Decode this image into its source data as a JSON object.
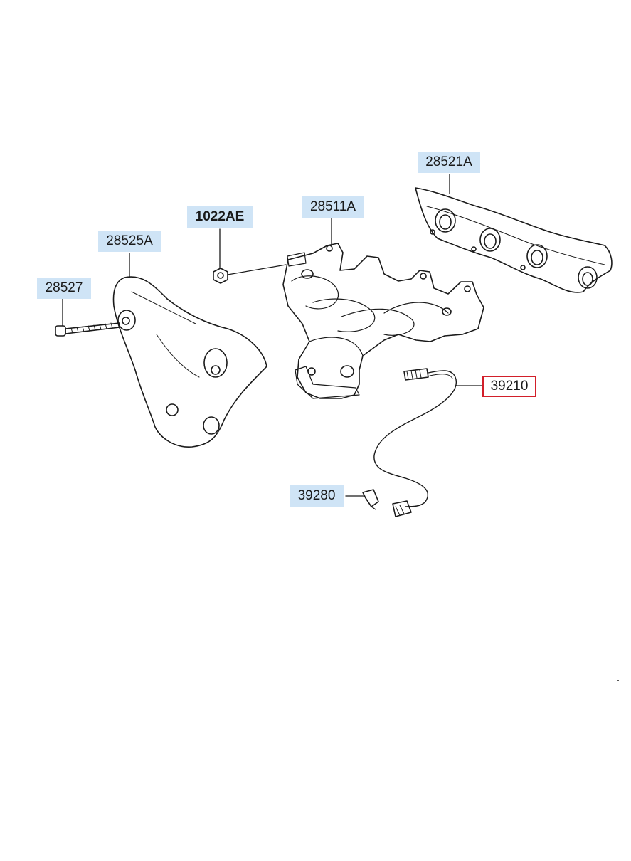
{
  "diagram": {
    "labels": {
      "heat_protector_lower": "28525A",
      "bolt": "28527",
      "nut": "1022AE",
      "exhaust_manifold": "28511A",
      "gasket": "28521A",
      "oxygen_sensor": "39210",
      "bracket": "39280"
    },
    "selected_part": "39210",
    "colors": {
      "label_bg": "#cfe4f6",
      "selected_border": "#d21f2a",
      "line": "#1a1a1a"
    }
  }
}
